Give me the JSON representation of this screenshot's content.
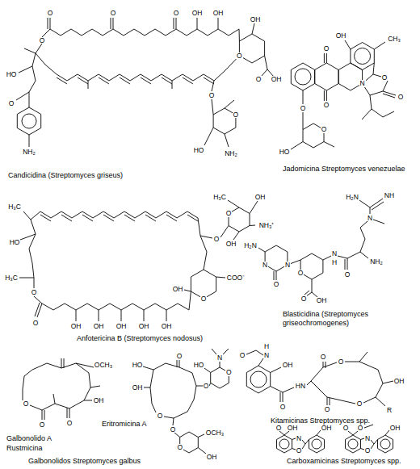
{
  "diagram": {
    "labels": [
      "O",
      "O",
      "O",
      "OH",
      "OH",
      "OH",
      "O",
      "O",
      "OH",
      "O",
      "HO",
      "O",
      "NH₂",
      "O",
      "O",
      "HO",
      "NH₂",
      "Candicidina (Streptomyces griseus)",
      "OH",
      "CH₃",
      "O",
      "O",
      "N",
      "O",
      "O",
      "O",
      "O",
      "HO",
      "Jadomicina Streptomyces venezuelae",
      "H₃C",
      "HO",
      "H₃C",
      "O",
      "O",
      "OH",
      "OH",
      "OH",
      "OH",
      "OH",
      "O",
      "COO⁻",
      "OH",
      "O",
      "O",
      "H₃C",
      "OH",
      "NH₃⁺",
      "OH",
      "Anfotericina B (Streptomyces nodosus)",
      "H₂N",
      "N",
      "O",
      "N",
      "O",
      "O",
      "OH",
      "N",
      "H",
      "O",
      "NH₂",
      "N",
      "H₂N",
      "NH",
      "Blasticidina (Streptomyces griseochromogenes)",
      "OCH₃",
      "O",
      "O",
      "O",
      "OH",
      "Galbonolido A",
      "Rustmicina",
      "HO",
      "OH",
      "O",
      "Eritromicina A",
      "O",
      "O",
      "O",
      "N",
      "HO",
      "O",
      "O",
      "OCH₃",
      "OH",
      "Galbonolidos Streptomyces galbus",
      "O",
      "N",
      "H",
      "OH",
      "O",
      "HN",
      "O",
      "O",
      "OH",
      "R",
      "O",
      "O",
      "Kitamicinas Streptomyces spp.",
      "O",
      "OH",
      "N",
      "O",
      "OH",
      "O",
      "O",
      "N",
      "O",
      "OH",
      "Carboxamicinas Streptomyces spp."
    ]
  }
}
